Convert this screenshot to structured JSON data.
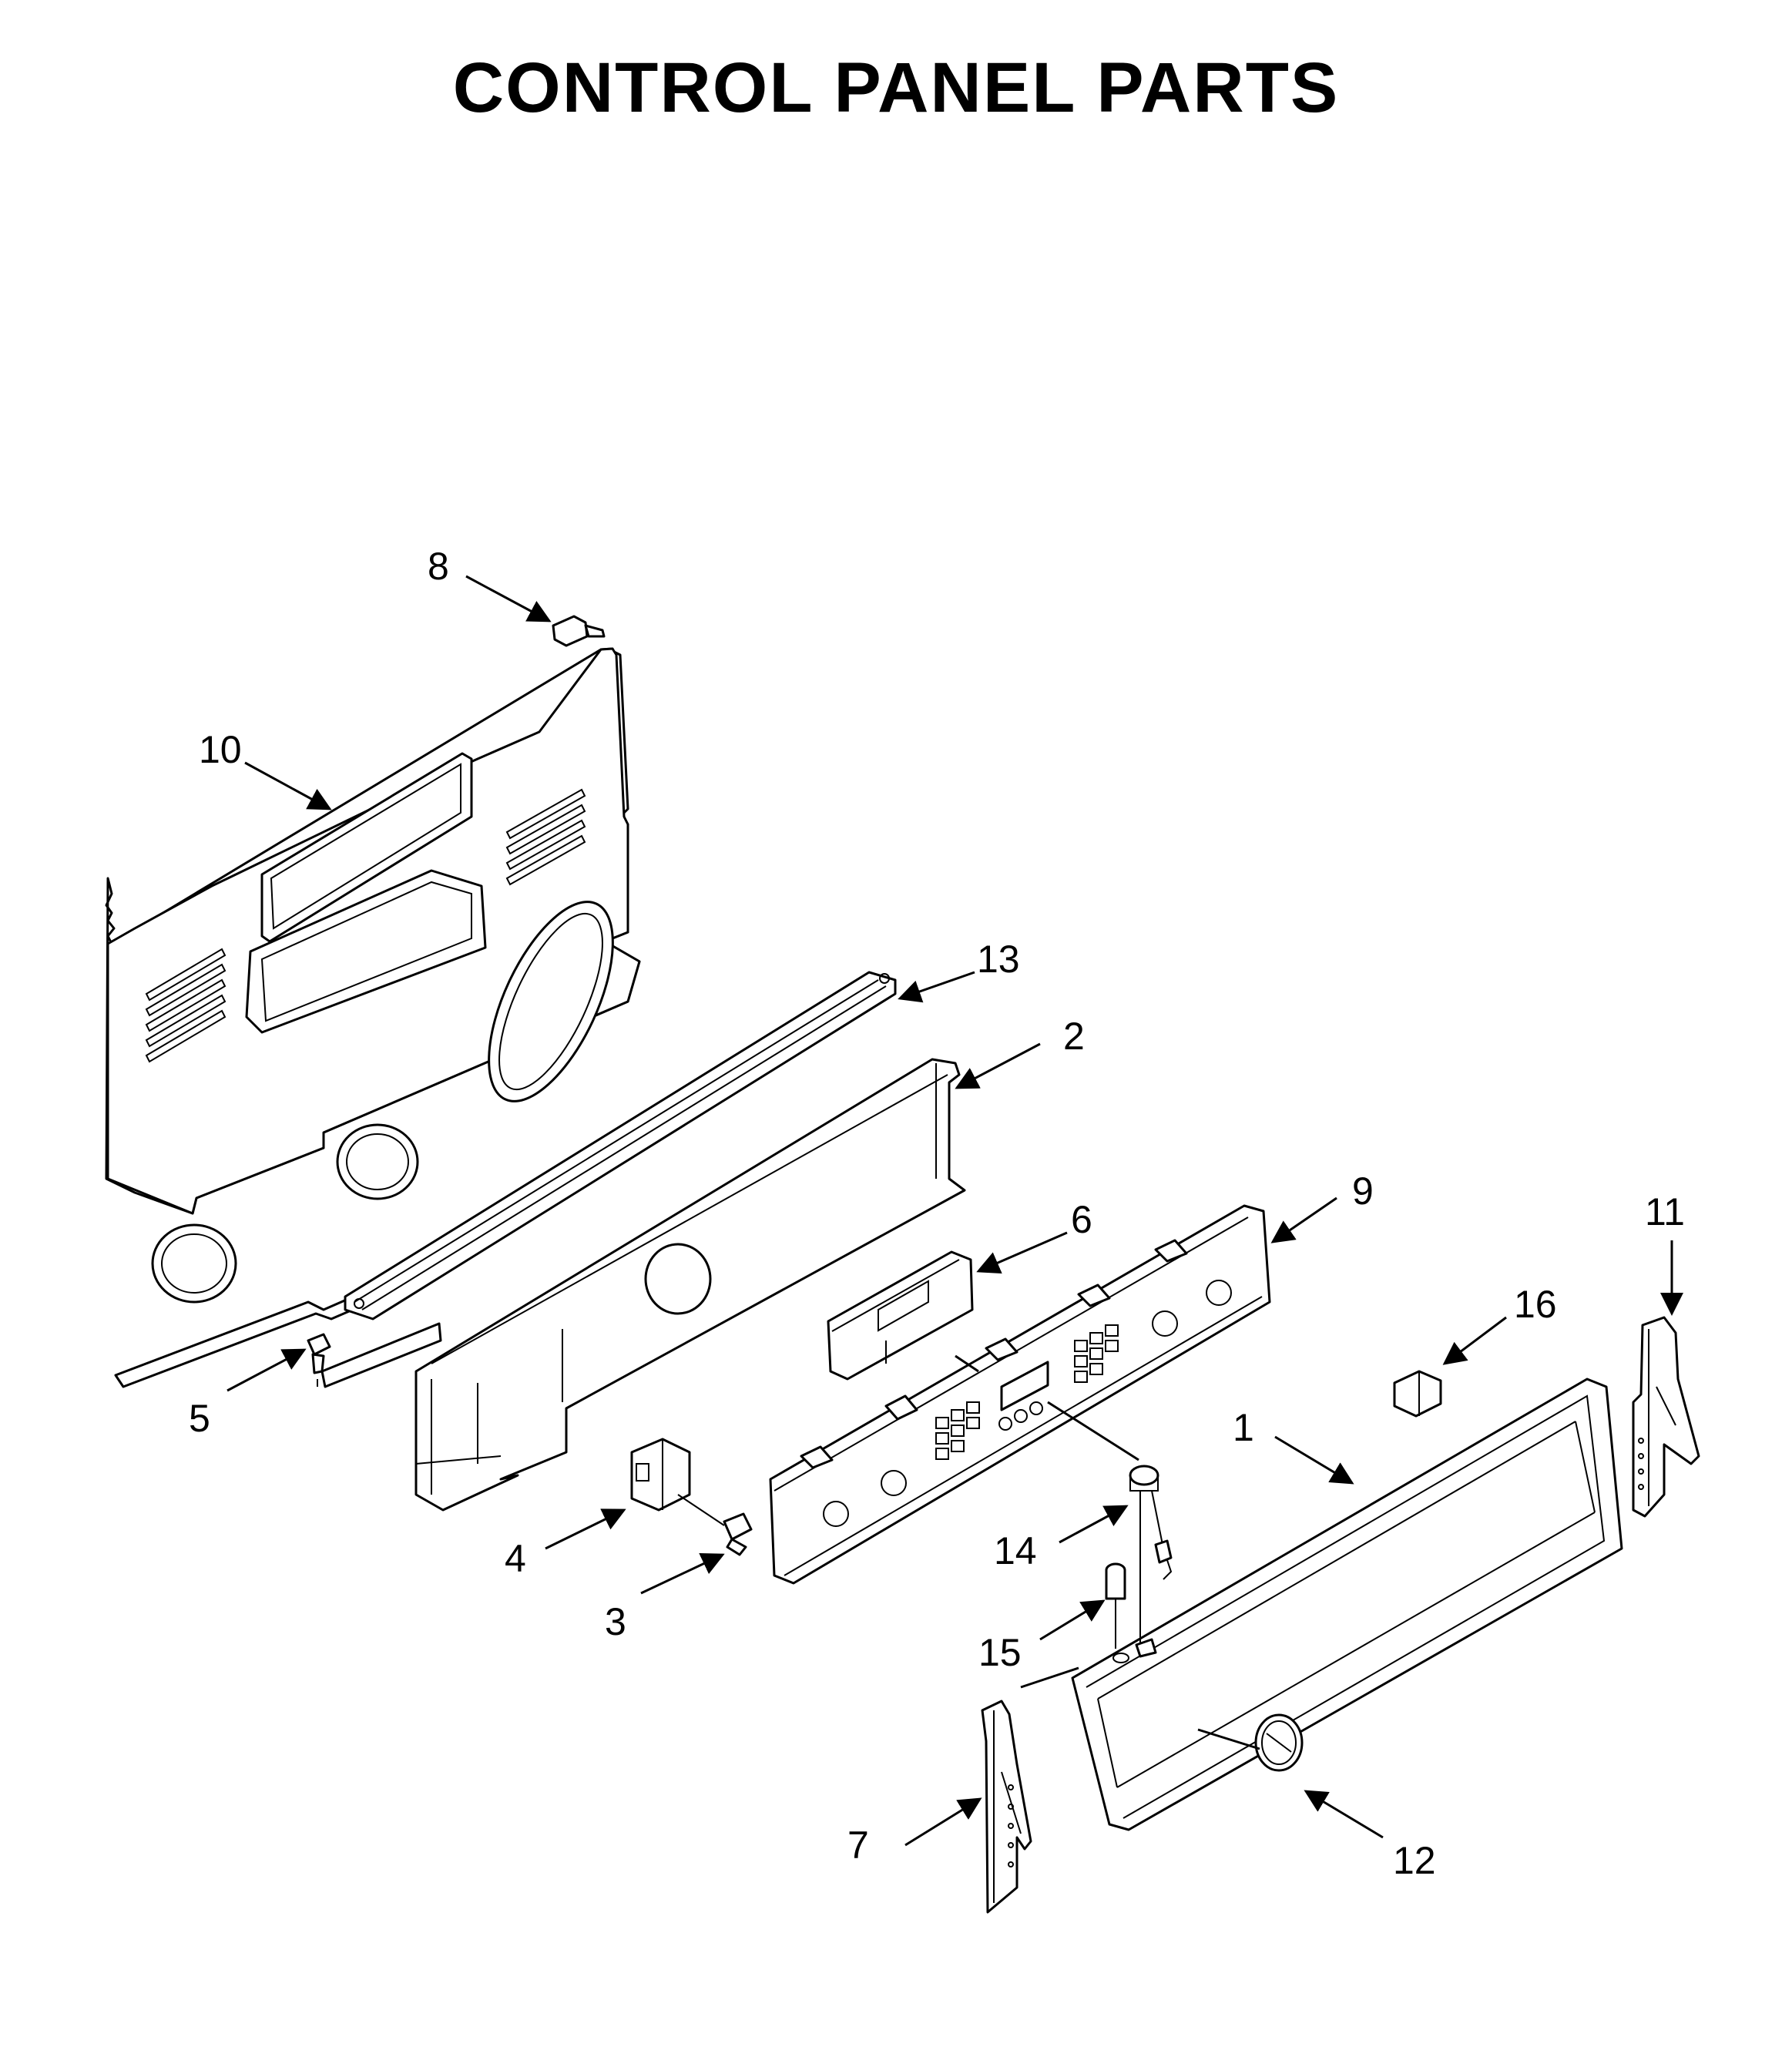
{
  "title": "CONTROL PANEL PARTS",
  "callouts": {
    "p1": "1",
    "p2": "2",
    "p3": "3",
    "p4": "4",
    "p5": "5",
    "p6": "6",
    "p7": "7",
    "p8": "8",
    "p9": "9",
    "p10": "10",
    "p11": "11",
    "p12": "12",
    "p13": "13",
    "p14": "14",
    "p15": "15",
    "p16": "16"
  },
  "colors": {
    "line": "#000000",
    "background": "#ffffff"
  }
}
